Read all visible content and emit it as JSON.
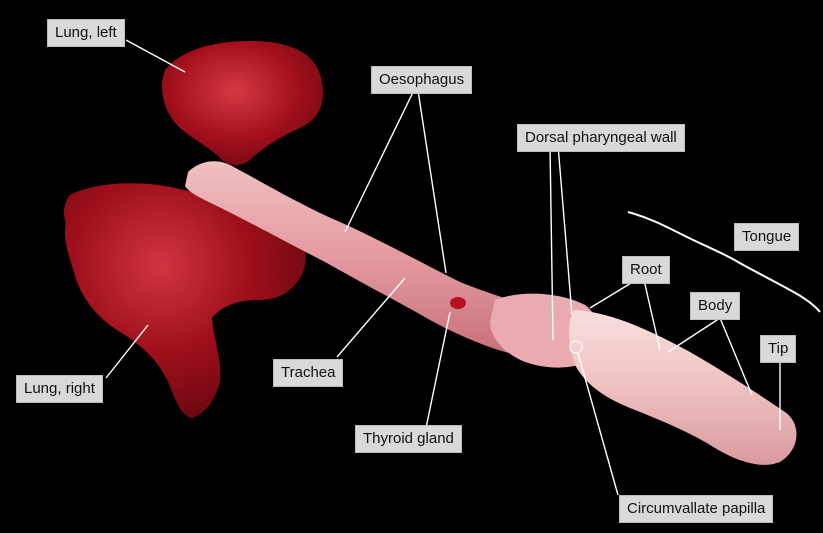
{
  "labels": {
    "lung_left": "Lung, left",
    "lung_right": "Lung, right",
    "oesophagus": "Oesophagus",
    "dorsal_pharyngeal_wall": "Dorsal pharyngeal wall",
    "tongue": "Tongue",
    "root": "Root",
    "body": "Body",
    "tip": "Tip",
    "trachea": "Trachea",
    "thyroid_gland": "Thyroid gland",
    "circumvallate_papilla": "Circumvallate papilla"
  },
  "colors": {
    "background": "#000000",
    "label_fill": "#d9d9d9",
    "leader_line": "#ffffff",
    "lung_tissue": "#a3101c",
    "lung_highlight": "#d24a4f",
    "trachea_tissue": "#e8a0a4",
    "tongue_tissue": "#f2c6c6",
    "thyroid": "#b5121f"
  }
}
